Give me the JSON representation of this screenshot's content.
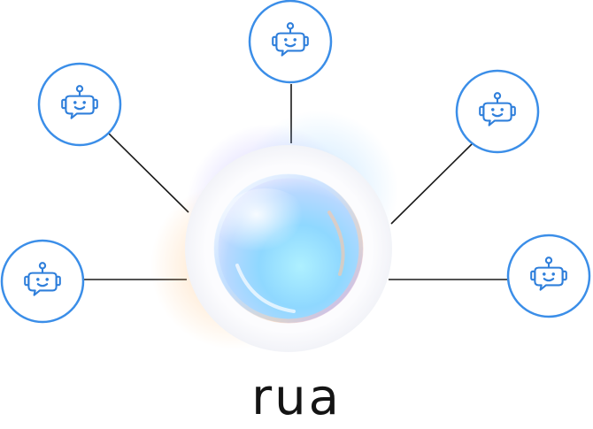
{
  "diagram": {
    "brand": "rua",
    "colors": {
      "line": "#1a1a1a",
      "node_ring": "#3b8ee8",
      "icon": "#2f7fdb",
      "background": "#ffffff"
    },
    "hub": {
      "icon": "glass-orb-icon"
    },
    "nodes": [
      {
        "name": "robot-node-top",
        "icon": "robot-chat-icon"
      },
      {
        "name": "robot-node-upper-left",
        "icon": "robot-chat-icon"
      },
      {
        "name": "robot-node-upper-right",
        "icon": "robot-chat-icon"
      },
      {
        "name": "robot-node-lower-left",
        "icon": "robot-chat-icon"
      },
      {
        "name": "robot-node-lower-right",
        "icon": "robot-chat-icon"
      }
    ]
  }
}
